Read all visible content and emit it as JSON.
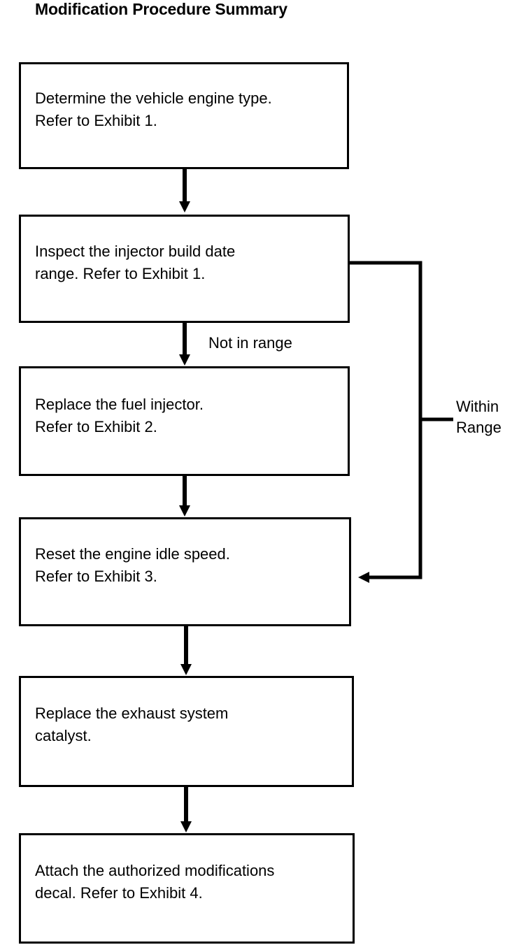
{
  "title": "Modification Procedure Summary",
  "steps": [
    {
      "text": "Determine the vehicle engine type.\nRefer to Exhibit 1."
    },
    {
      "text": "Inspect the injector build date\nrange.  Refer to Exhibit 1."
    },
    {
      "text": "Replace the fuel injector.\nRefer to Exhibit 2."
    },
    {
      "text": "Reset the engine idle speed.\nRefer to Exhibit 3."
    },
    {
      "text": "Replace the exhaust system\ncatalyst."
    },
    {
      "text": "Attach the authorized modifications\ndecal.  Refer to Exhibit 4."
    }
  ],
  "branches": {
    "not_in_range": "Not in range",
    "within_range": "Within\nRange"
  }
}
